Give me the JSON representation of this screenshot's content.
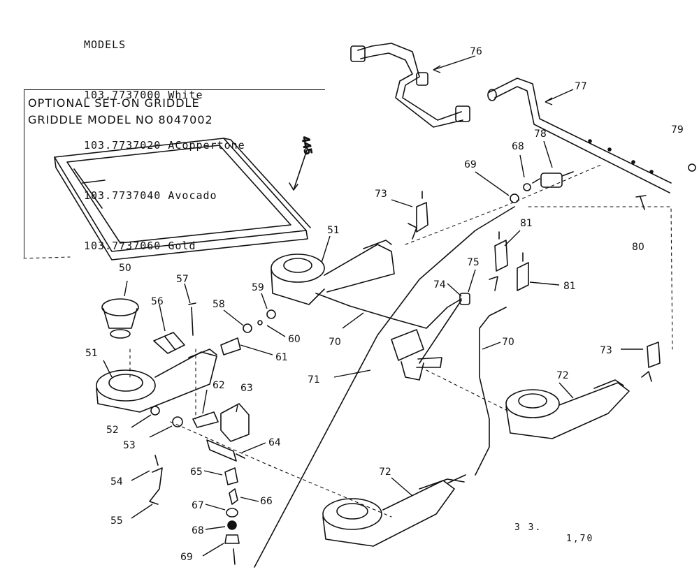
{
  "models": {
    "heading": "MODELS",
    "lines": [
      "103.7737000 White",
      "103.7737020 ACoppertone",
      "103.7737040 Avocado",
      "103.7737060 Gold"
    ]
  },
  "griddle": {
    "line1": "OPTIONAL SET-ON GRIDDLE",
    "line2": "GRIDDLE MODEL NO 8047002",
    "part_number": "445"
  },
  "part_labels": [
    "50",
    "51",
    "51",
    "52",
    "53",
    "54",
    "55",
    "56",
    "57",
    "58",
    "59",
    "60",
    "61",
    "62",
    "63",
    "64",
    "65",
    "66",
    "67",
    "68",
    "69",
    "69",
    "68",
    "70",
    "70",
    "71",
    "72",
    "72",
    "73",
    "73",
    "74",
    "75",
    "76",
    "77",
    "78",
    "79",
    "80",
    "81",
    "81"
  ],
  "footer": {
    "code": "3 3.",
    "page": "1,70"
  }
}
